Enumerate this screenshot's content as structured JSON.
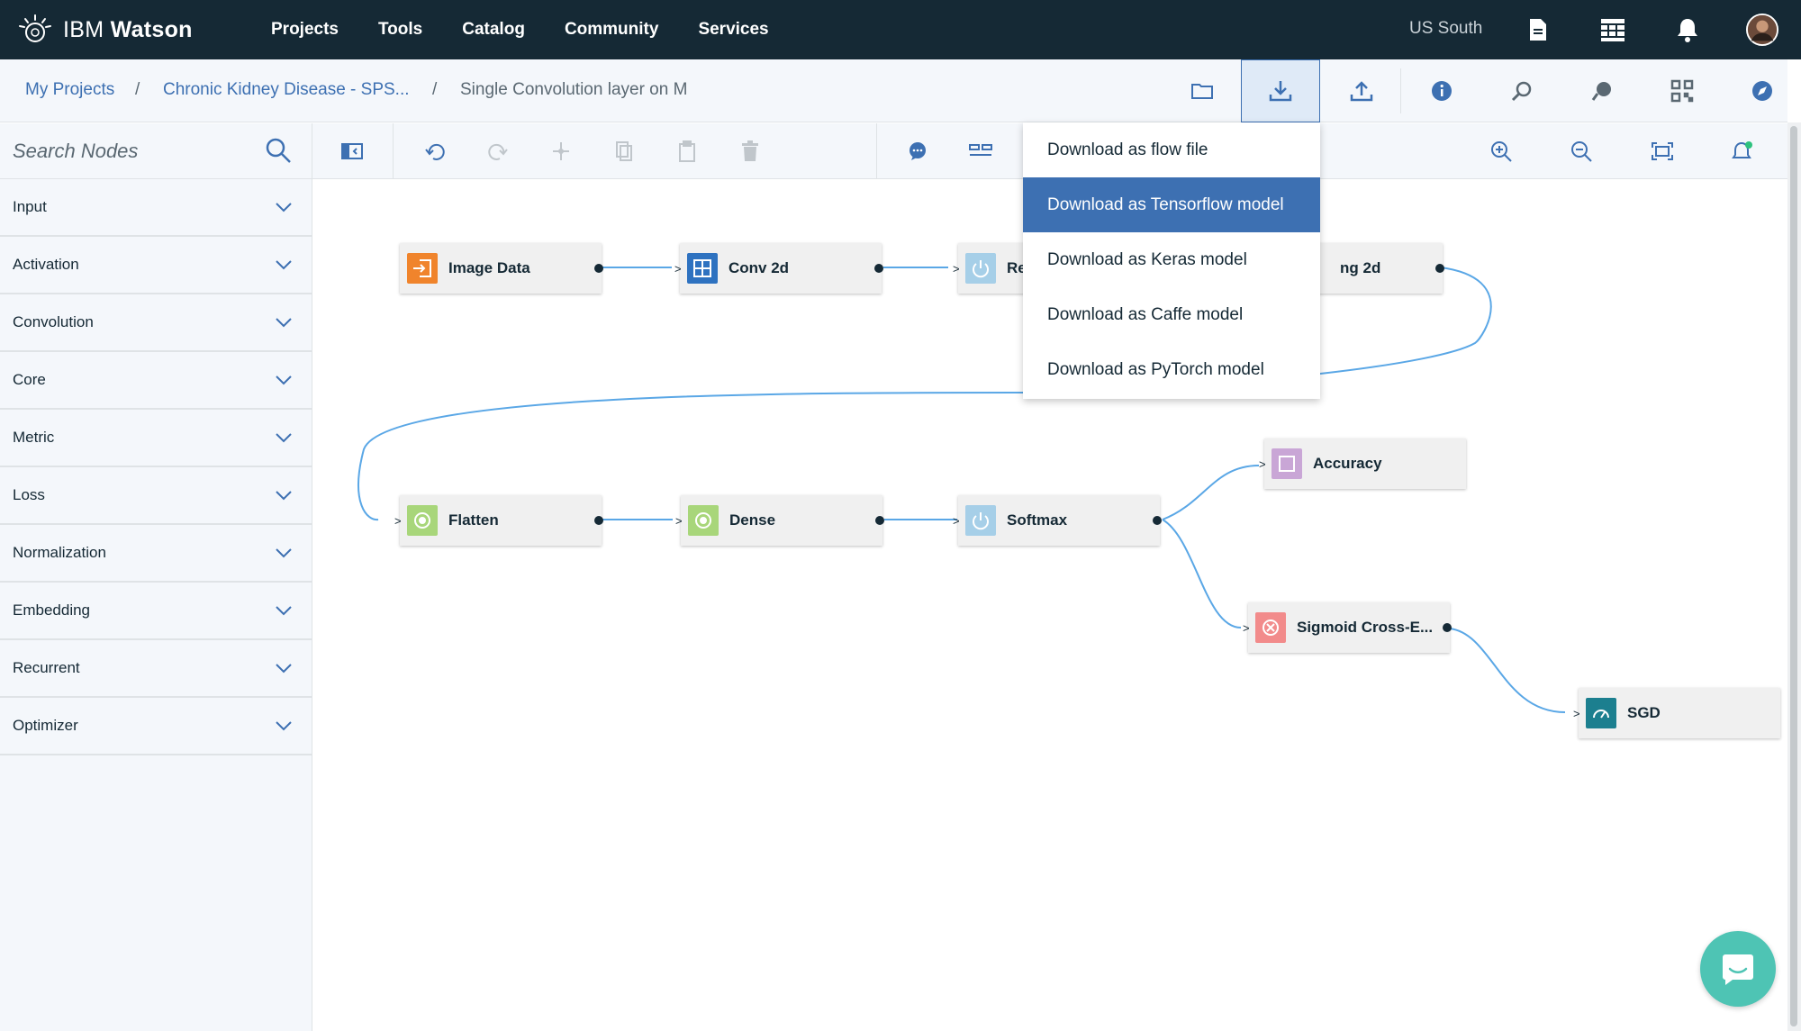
{
  "app": {
    "brand_light": "IBM",
    "brand_bold": "Watson"
  },
  "topnav": [
    "Projects",
    "Tools",
    "Catalog",
    "Community",
    "Services"
  ],
  "region": "US South",
  "breadcrumb": {
    "my_projects": "My Projects",
    "project": "Chronic Kidney Disease - SPS...",
    "current": "Single Convolution layer on M",
    "separator": "/"
  },
  "sidebar": {
    "search_placeholder": "Search Nodes",
    "categories": [
      "Input",
      "Activation",
      "Convolution",
      "Core",
      "Metric",
      "Loss",
      "Normalization",
      "Embedding",
      "Recurrent",
      "Optimizer"
    ]
  },
  "download_menu": {
    "items": [
      "Download as flow file",
      "Download as Tensorflow model",
      "Download as Keras model",
      "Download as Caffe model",
      "Download as PyTorch model"
    ],
    "selected_index": 1
  },
  "nodes": {
    "image_data": "Image Data",
    "conv2d": "Conv 2d",
    "relu_partial": "Re",
    "pooling_partial": "ng 2d",
    "flatten": "Flatten",
    "dense": "Dense",
    "softmax": "Softmax",
    "accuracy": "Accuracy",
    "sigmoid": "Sigmoid Cross-E...",
    "sgd": "SGD"
  },
  "colors": {
    "topbar": "#152935",
    "accent": "#3d70b2",
    "edge": "#5aa7e6",
    "input_node": "#f0842c",
    "conv_node": "#2e72c0",
    "activation_node": "#a6cfe8",
    "core_node": "#a8d67a",
    "metric_node": "#c9a6d6",
    "loss_node": "#f28b8b",
    "optimizer_node": "#1c7f8f",
    "chat": "#4ec4b4"
  }
}
